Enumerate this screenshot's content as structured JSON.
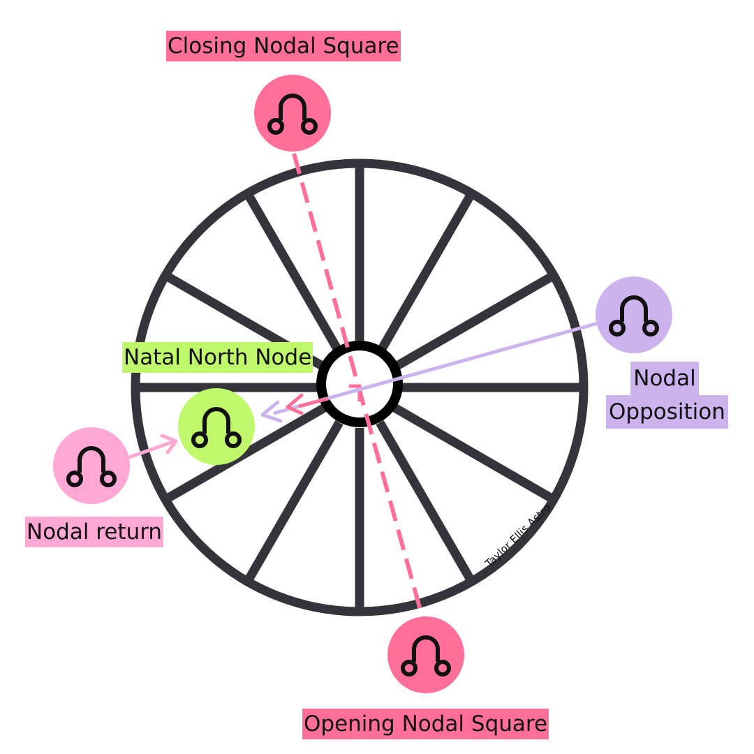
{
  "colors": {
    "wheel": "#34343a",
    "closing_square": "#ff6f9a",
    "opening_square": "#ff6f9a",
    "natal_node": "#bff86a",
    "nodal_return": "#ffa8d3",
    "nodal_opposition": "#cbb3ee",
    "ink": "#111111"
  },
  "labels": {
    "closing_square": "Closing Nodal Square",
    "opening_square": "Opening Nodal Square",
    "natal_node": "Natal North Node",
    "nodal_return": "Nodal return",
    "nodal_opposition_line1": "Nodal",
    "nodal_opposition_line2": "Opposition"
  },
  "icons": {
    "node_symbol": "north-node-icon"
  },
  "watermark": "Taylor Ellis Astro"
}
